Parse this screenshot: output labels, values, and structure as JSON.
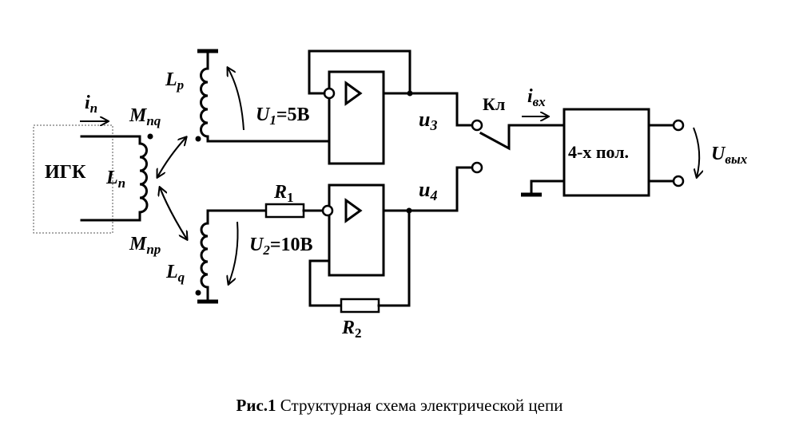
{
  "figure": {
    "caption_bold": "Рис.1",
    "caption_text": " Структурная схема электрической цепи"
  },
  "labels": {
    "source_block": "ИГК",
    "current_in": "i",
    "current_in_sub": "п",
    "L_n": "L",
    "L_n_sub": "п",
    "M_nq": "M",
    "M_nq_sub": "пq",
    "M_np": "M",
    "M_np_sub": "пр",
    "L_p": "L",
    "L_p_sub": "p",
    "L_q": "L",
    "L_q_sub": "q",
    "U1": "U",
    "U1_sub": "1",
    "U1_value": "=5В",
    "U2": "U",
    "U2_sub": "2",
    "U2_value": "=10В",
    "R1": "R",
    "R1_sub": "1",
    "R2": "R",
    "R2_sub": "2",
    "u3": "u",
    "u3_sub": "3",
    "u4": "u",
    "u4_sub": "4",
    "switch": "Кл",
    "i_in": "i",
    "i_in_sub": "вх",
    "four_pole": "4-х пол.",
    "U_out": "U",
    "U_out_sub": "вых"
  }
}
